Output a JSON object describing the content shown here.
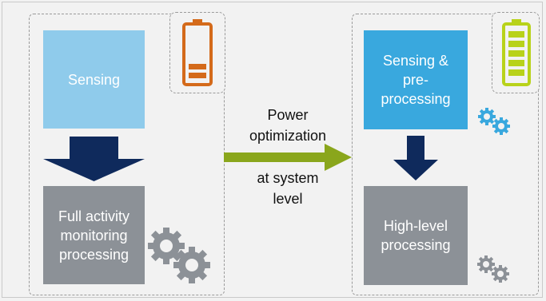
{
  "left": {
    "sensing_label": "Sensing",
    "processing_label": "Full activity\nmonitoring\nprocessing",
    "battery_color": "#d46a1a"
  },
  "right": {
    "sensing_label": "Sensing &\npre-\nprocessing",
    "processing_label": "High-level\nprocessing",
    "battery_color": "#b8d21a"
  },
  "center": {
    "label_top": "Power\noptimization",
    "label_bottom": "at system\nlevel",
    "arrow_color": "#8aa61c"
  },
  "colors": {
    "dark_arrow": "#0f2a5c",
    "gear": "#8c9197",
    "gear_blue": "#39a8de"
  }
}
